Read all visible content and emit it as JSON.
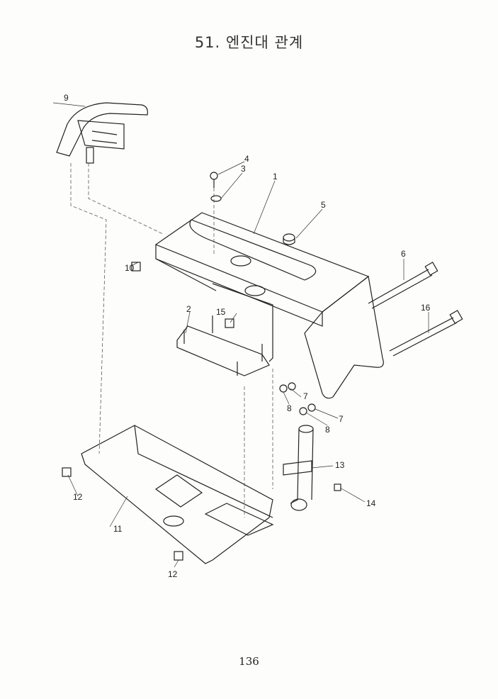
{
  "title": "51. 엔진대 관계",
  "page_number": "136",
  "callouts": [
    "1",
    "2",
    "3",
    "4",
    "5",
    "6",
    "7",
    "7",
    "8",
    "8",
    "9",
    "10",
    "11",
    "12",
    "12",
    "13",
    "14",
    "15",
    "16"
  ]
}
